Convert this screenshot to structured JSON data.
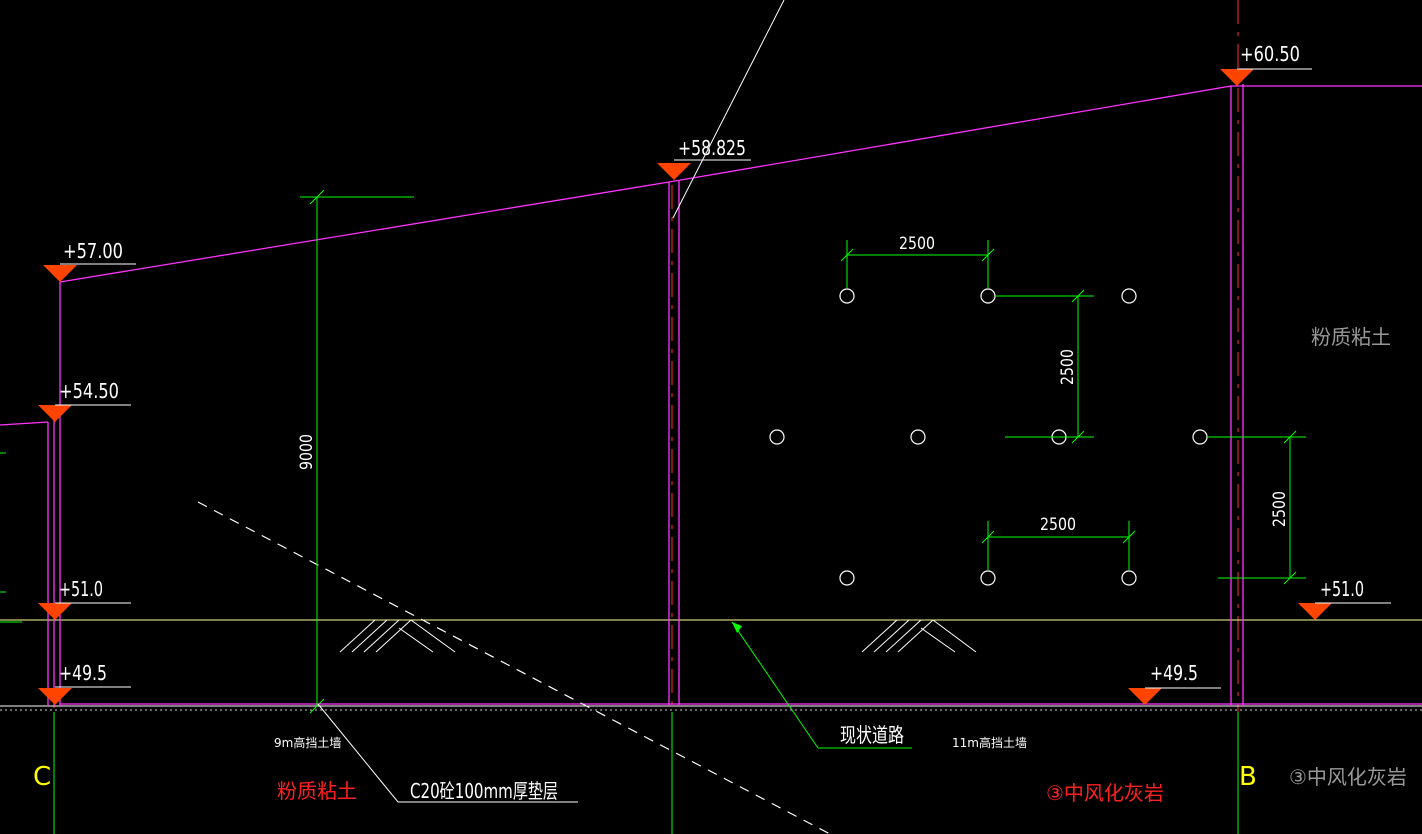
{
  "elevations": {
    "c_top": "+57.00",
    "c_mid": "+54.50",
    "c_51": "+51.0",
    "c_495": "+49.5",
    "mid_top": "+58.825",
    "b_top": "+60.50",
    "right_51": "+51.0",
    "right_495": "+49.5"
  },
  "dimensions": {
    "wall_height": "9000",
    "spacing_top": "2500",
    "spacing_vertical_1": "2500",
    "spacing_vertical_2": "2500",
    "spacing_bottom": "2500"
  },
  "labels": {
    "axis_c": "C",
    "axis_b": "B",
    "wall_9m": "9m高挡土墙",
    "wall_11m": "11m高挡土墙",
    "road": "现状道路",
    "cushion": "C20砼100mm厚垫层",
    "soil_left": "粉质粘土",
    "soil_right": "粉质粘土",
    "rock_red": "③中风化灰岩",
    "rock_grey": "③中风化灰岩"
  },
  "colors": {
    "background": "#000000",
    "magenta": "#ff33ff",
    "green": "#00ff00",
    "red_marker": "#ff4400",
    "yellow": "#ffff99",
    "white": "#ffffff",
    "red_text": "#ff2020",
    "grey_text": "#999999",
    "axis_yellow": "#ffff00"
  }
}
